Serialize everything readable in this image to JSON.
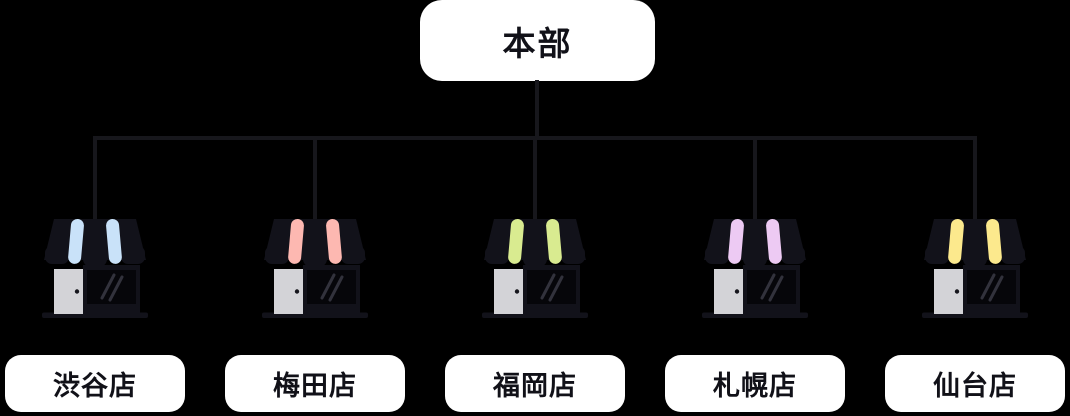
{
  "diagram": {
    "type": "org-chart",
    "root": {
      "label": "本部"
    },
    "branches": [
      {
        "label": "渋谷店",
        "icon": "storefront-icon",
        "awning_stripe_color": "#c9e2f9"
      },
      {
        "label": "梅田店",
        "icon": "storefront-icon",
        "awning_stripe_color": "#fdb8b1"
      },
      {
        "label": "福岡店",
        "icon": "storefront-icon",
        "awning_stripe_color": "#d9eb90"
      },
      {
        "label": "札幌店",
        "icon": "storefront-icon",
        "awning_stripe_color": "#edcaf3"
      },
      {
        "label": "仙台店",
        "icon": "storefront-icon",
        "awning_stripe_color": "#fce98d"
      }
    ]
  },
  "colors": {
    "background": "#000000",
    "connector_line": "#17171c",
    "node_background": "#ffffff",
    "node_text": "#111118",
    "icon_dark": "#12121a",
    "icon_window": "#06060a",
    "icon_window_shine": "#32323c",
    "icon_door": "#d3d3d7",
    "icon_door_handle": "#15151c"
  }
}
